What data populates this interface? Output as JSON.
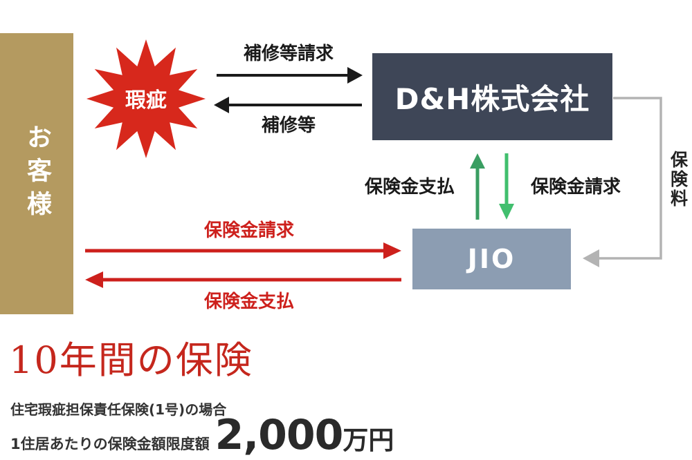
{
  "diagram": {
    "customer": {
      "label": "お客様"
    },
    "defect": {
      "label": "瑕疵"
    },
    "dh_company": {
      "label": "D&H株式会社"
    },
    "jio": {
      "label": "JIO"
    },
    "arrows": {
      "repair_request": "補修等請求",
      "repair": "補修等",
      "insurance_payment_to_dh": "保険金支払",
      "insurance_claim_from_dh": "保険金請求",
      "insurance_claim_from_customer": "保険金請求",
      "insurance_payment_to_customer": "保険金支払",
      "premium": "保険料"
    },
    "colors": {
      "customer_bar": "#b49a60",
      "defect_star": "#d7281c",
      "dh_box": "#3e4657",
      "jio_box": "#8c9db2",
      "black_arrow": "#1a1a1a",
      "green_arrow_up": "#3a9e62",
      "green_arrow_down": "#41bf6e",
      "red_arrow": "#cd201c",
      "gray_arrow": "#b3b3b3",
      "title_red": "#c5271d"
    }
  },
  "footer": {
    "title": "10年間の保険",
    "case_note": "住宅瑕疵担保責任保険(1号)の場合",
    "limit_label": "1住居あたりの保険金額限度額",
    "limit_value": "2,000",
    "limit_unit": "万円"
  }
}
